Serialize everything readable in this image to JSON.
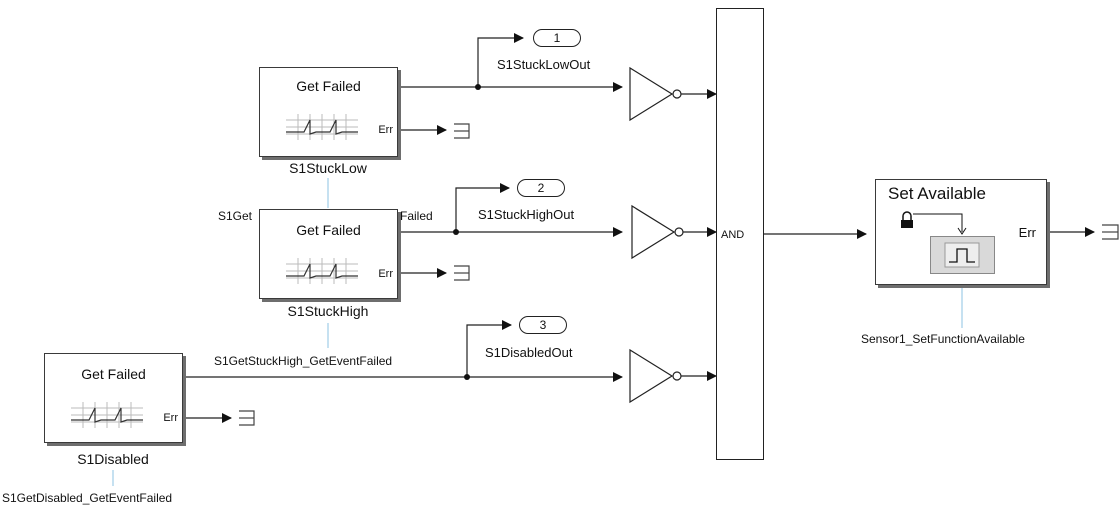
{
  "blocks": {
    "stuck_low": {
      "title": "Get Failed",
      "port": "Err",
      "name": "S1StuckLow"
    },
    "stuck_high": {
      "title": "Get Failed",
      "port": "Err",
      "name": "S1StuckHigh"
    },
    "disabled": {
      "title": "Get Failed",
      "port": "Err",
      "name": "S1Disabled"
    },
    "set_available": {
      "title": "Set Available",
      "port": "Err",
      "name": "Sensor1_SetFunctionAvailable"
    },
    "and_gate": {
      "label": "AND"
    }
  },
  "outports": [
    {
      "number": "1",
      "label": "S1StuckLowOut"
    },
    {
      "number": "2",
      "label": "S1StuckHighOut"
    },
    {
      "number": "3",
      "label": "S1DisabledOut"
    }
  ],
  "signals": {
    "stuck_low_failed_left": "S1Get",
    "stuck_low_failed_right": "Failed",
    "stuck_high_failed": "S1GetStuckHigh_GetEventFailed",
    "disabled_failed": "S1GetDisabled_GetEventFailed"
  }
}
